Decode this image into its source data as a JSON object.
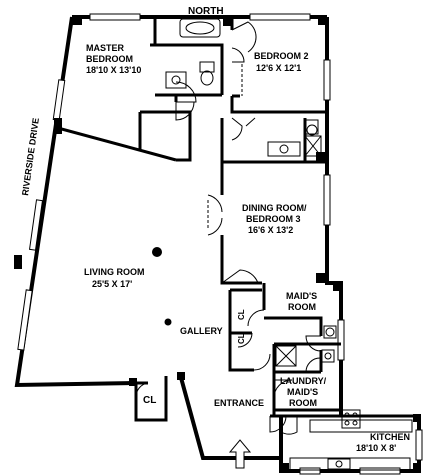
{
  "compass": {
    "north": "NORTH"
  },
  "street": "RIVERSIDE DRIVE",
  "rooms": {
    "master_bedroom": {
      "line1": "MASTER",
      "line2": "BEDROOM",
      "dims": "18'10 X 13'10"
    },
    "bedroom2": {
      "name": "BEDROOM 2",
      "dims": "12'6 X 12'1"
    },
    "dining": {
      "line1": "DINING ROOM/",
      "line2": "BEDROOM 3",
      "dims": "16'6 X 13'2"
    },
    "living": {
      "name": "LIVING ROOM",
      "dims": "25'5 X 17'"
    },
    "gallery": {
      "name": "GALLERY"
    },
    "maids_room": {
      "line1": "MAID'S",
      "line2": "ROOM"
    },
    "laundry": {
      "line1": "LAUNDRY/",
      "line2": "MAID'S",
      "line3": "ROOM"
    },
    "entrance": {
      "name": "ENTRANCE"
    },
    "kitchen": {
      "name": "KITCHEN",
      "dims": "18'10 X 8'"
    },
    "closet_cl": "CL"
  }
}
